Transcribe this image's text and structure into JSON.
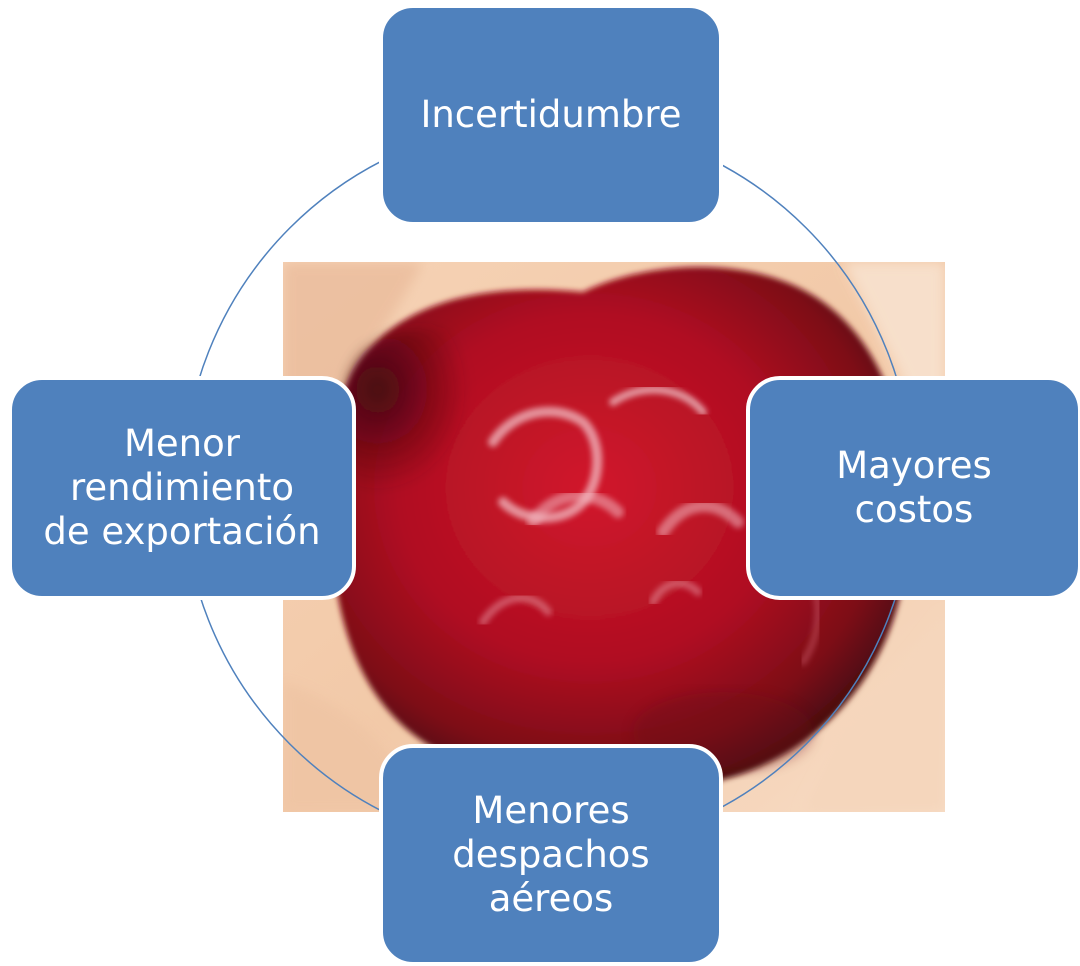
{
  "diagram": {
    "center_image": "red-cherry-photo",
    "colors": {
      "node_fill": "#4f81bd",
      "node_border": "#ffffff",
      "ring": "#4f81bd",
      "text": "#ffffff"
    },
    "nodes": {
      "top": "Incertidumbre",
      "right": "Mayores\ncostos",
      "bottom": "Menores\ndespachos\naéreos",
      "left": "Menor\nrendimiento\nde exportación"
    }
  }
}
